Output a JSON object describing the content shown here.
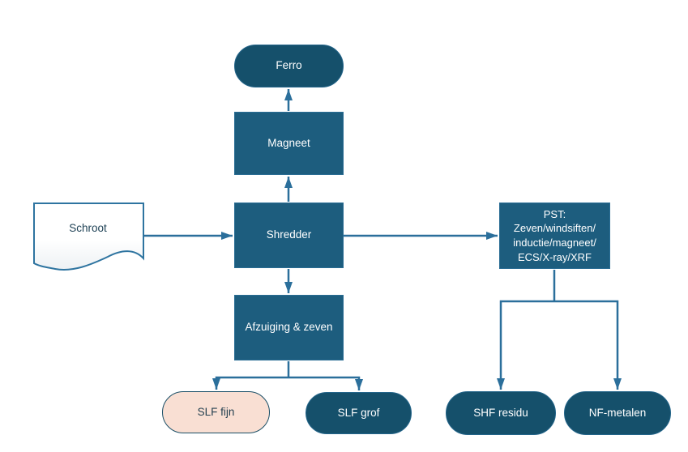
{
  "diagram": {
    "language": "nl",
    "nodes": {
      "schroot": {
        "label": "Schroot",
        "shape": "document"
      },
      "shredder": {
        "label": "Shredder",
        "shape": "rectangle"
      },
      "magneet": {
        "label": "Magneet",
        "shape": "rectangle"
      },
      "ferro": {
        "label": "Ferro",
        "shape": "stadium"
      },
      "afzuiging": {
        "label": "Afzuiging & zeven",
        "shape": "rectangle"
      },
      "pst": {
        "label": "PST:\nZeven/windsiften/\ninductie/magneet/\nECS/X-ray/XRF",
        "shape": "rectangle"
      },
      "slf_fijn": {
        "label": "SLF fijn",
        "shape": "stadium"
      },
      "slf_grof": {
        "label": "SLF grof",
        "shape": "stadium"
      },
      "shf_residu": {
        "label": "SHF residu",
        "shape": "stadium"
      },
      "nf_metalen": {
        "label": "NF-metalen",
        "shape": "stadium"
      }
    },
    "edges": [
      {
        "from": "schroot",
        "to": "shredder"
      },
      {
        "from": "shredder",
        "to": "magneet"
      },
      {
        "from": "magneet",
        "to": "ferro"
      },
      {
        "from": "shredder",
        "to": "pst"
      },
      {
        "from": "shredder",
        "to": "afzuiging"
      },
      {
        "from": "afzuiging",
        "to": "slf_fijn"
      },
      {
        "from": "afzuiging",
        "to": "slf_grof"
      },
      {
        "from": "pst",
        "to": "shf_residu"
      },
      {
        "from": "pst",
        "to": "nf_metalen"
      }
    ],
    "colors": {
      "rect_fill": "#1D5D7E",
      "stadium_fill": "#15506B",
      "slf_fijn_fill": "#F9DFD3",
      "connector": "#2B6F9B",
      "dark_text": "#1E4155",
      "white_text": "#FFFFFF",
      "background": "#FFFFFF"
    }
  }
}
